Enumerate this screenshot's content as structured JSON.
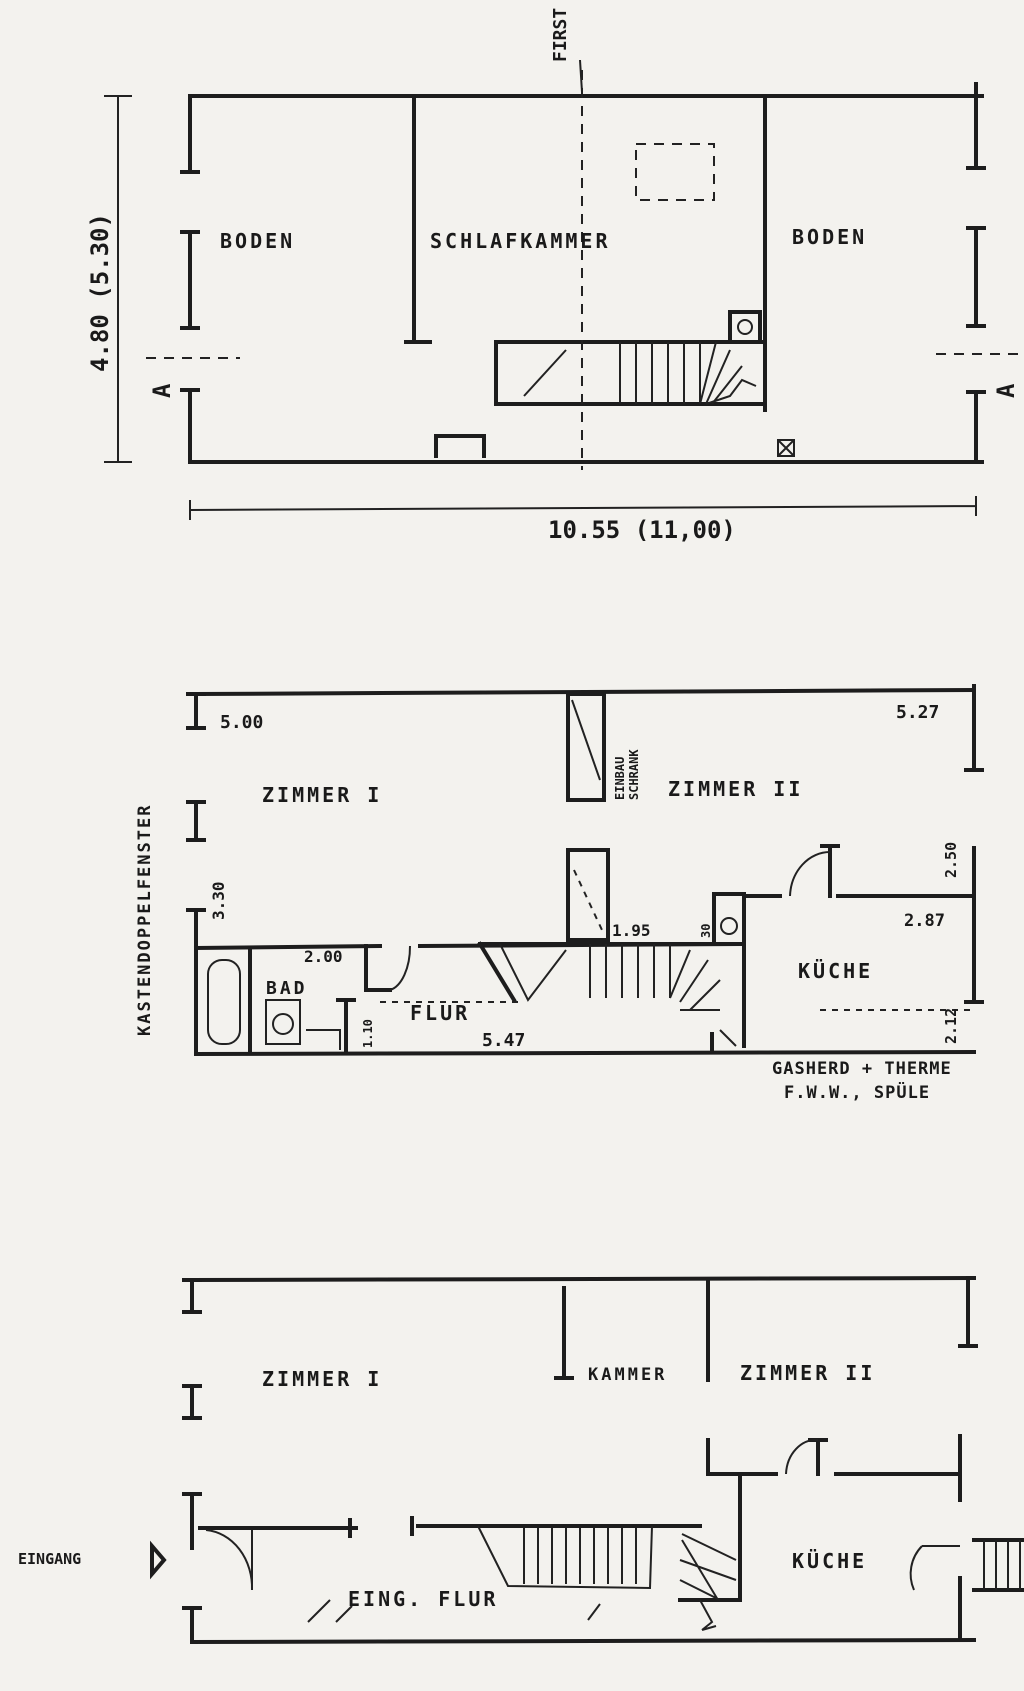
{
  "labels": {
    "ridge": "FIRST",
    "height_dim": "4.80 (5.30)",
    "section_left": "A",
    "section_right": "A",
    "width_dim": "10.55 (11,00)",
    "top_boden_left": "BODEN",
    "top_schlafkammer": "SCHLAFKAMMER",
    "top_boden_right": "BODEN",
    "side_note": "KASTENDOPPELFENSTER",
    "dim_500": "5.00",
    "dim_527": "5.27",
    "einbau_line1": "EINBAU",
    "einbau_line2": "SCHRANK",
    "mid_zimmer1": "ZIMMER I",
    "mid_zimmer2": "ZIMMER II",
    "dim_330": "3.30",
    "dim_250": "2.50",
    "dim_200": "2.00",
    "dim_195": "1.95",
    "dim_30": "30",
    "dim_287": "2.87",
    "bad": "BAD",
    "dim_110": "1.10",
    "flur": "FLUR",
    "dim_547": "5.47",
    "kueche_mid": "KÜCHE",
    "dim_212": "2.12",
    "kitchen_note1": "GASHERD + THERME",
    "kitchen_note2": "F.W.W., SPÜLE",
    "low_zimmer1": "ZIMMER I",
    "low_kammer": "KAMMER",
    "low_zimmer2": "ZIMMER II",
    "eingang": "EINGANG",
    "eing_flur": "EING. FLUR",
    "kueche_low": "KÜCHE"
  }
}
